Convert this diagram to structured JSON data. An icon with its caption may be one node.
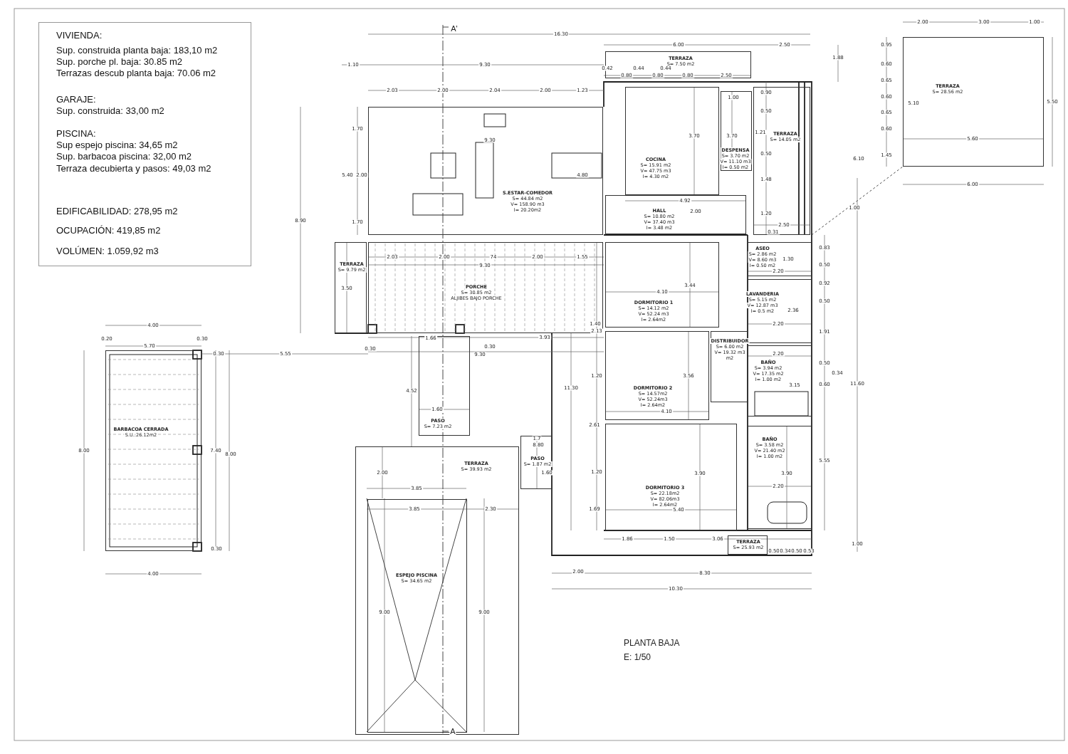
{
  "diagram": {
    "nodes": [
      {
        "text": [
          "VIVIENDA:",
          "Sup. construida planta baja: 183,10 m2",
          "Sup. porche pl. baja: 30.85 m2",
          "Terrazas descub planta baja: 70.06 m2",
          "GARAJE:",
          "Sup. construida: 33,00 m2",
          "PISCINA:",
          "Sup espejo piscina: 34,65 m2",
          "Sup. barbacoa piscina: 32,00 m2",
          "Terraza decubierta y pasos: 49,03 m2",
          "EDIFICABILIDAD: 278,95 m2",
          "OCUPACIÓN: 419,85 m2",
          "VOLÚMEN: 1.059,92 m3"
        ]
      },
      {
        "text": [
          "S.ESTAR-COMEDOR",
          "S= 44.84 m2",
          "V= 158.90 m3",
          "I= 20.20m2"
        ]
      },
      {
        "text": [
          "COCINA",
          "S= 15.91 m2",
          "V= 47.75 m3",
          "I= 4.30 m2"
        ]
      },
      {
        "text": [
          "DESPENSA",
          "S= 3.70 m2",
          "V= 11.10 m3",
          "I= 0.50 m2"
        ]
      },
      {
        "text": [
          "TERRAZA",
          "S= 7.50 m2"
        ]
      },
      {
        "text": [
          "TERRAZA",
          "S= 14.05 m2"
        ]
      },
      {
        "text": [
          "HALL",
          "S= 10.80 m2",
          "V= 37.40 m3",
          "I= 3.48 m2"
        ]
      },
      {
        "text": [
          "TERRAZA",
          "S= 9.79 m2"
        ]
      },
      {
        "text": [
          "PORCHE",
          "S= 30.85 m2",
          "ALJIBES BAJO PORCHE"
        ]
      },
      {
        "text": [
          "DORMITORIO 1",
          "S= 14.12 m2",
          "V= 52.24 m3",
          "I= 2.64m2"
        ]
      },
      {
        "text": [
          "ASEO",
          "S= 2.86 m2",
          "V= 8.60 m3",
          "I= 0.50 m2"
        ]
      },
      {
        "text": [
          "LAVANDERIA",
          "S= 5.15 m2",
          "V= 12.87 m3",
          "I= 0.5 m2"
        ]
      },
      {
        "text": [
          "DISTRIBUIDOR",
          "S= 6.00 m2",
          "V= 19.32 m3",
          "m2"
        ]
      },
      {
        "text": [
          "DORMITORIO 2",
          "S= 14.57m2",
          "V= 52.24m3",
          "I= 2.64m2"
        ]
      },
      {
        "text": [
          "BAÑO",
          "S= 3.94 m2",
          "V= 17.35 m2",
          "I= 1.00 m2"
        ]
      },
      {
        "text": [
          "DORMITORIO 3",
          "S= 22.18m2",
          "V= 82.06m3",
          "I= 2.64m2"
        ]
      },
      {
        "text": [
          "BAÑO",
          "S= 3.58 m2",
          "V= 21.40 m2",
          "I= 1.00 m2"
        ]
      },
      {
        "text": [
          "TERRAZA",
          "S= 25.93 m2"
        ]
      },
      {
        "text": [
          "TERRAZA",
          "S= 28.56 m2"
        ]
      },
      {
        "text": [
          "BARBACOA CERRADA",
          "S.U.:26.12m2"
        ]
      },
      {
        "text": [
          "PASO",
          "S= 7.23 m2"
        ]
      },
      {
        "text": [
          "PASO",
          "S= 1.87 m2"
        ]
      },
      {
        "text": [
          "TERRAZA",
          "S= 39.93 m2"
        ]
      },
      {
        "text": [
          "ESPEJO PISCINA",
          "S= 34.65 m2"
        ],
        "in": 22
      }
    ],
    "labels": [
      "A'",
      "16.30",
      "1.10",
      "9.30",
      "6.00",
      "2.50",
      "1.88",
      "0.42",
      "0.44",
      "0.44",
      "0.80",
      "0.80",
      "0.80",
      "2.50",
      "2.03",
      "2.00",
      "2.04",
      "2.00",
      "1.23",
      "0.90",
      "0.50",
      "1.21",
      "0.50",
      "1.48",
      "1.20",
      "2.50",
      "0.31",
      "1.00",
      "3.70",
      "3.70",
      "4.92",
      "2.00",
      "9.30",
      "4.80",
      "1.70",
      "5.40",
      "2.00",
      "8.90",
      "1.70",
      "3.50",
      "6.10",
      "1.00",
      "2.00",
      "3.00",
      "1.00",
      "0.95",
      "0.60",
      "0.65",
      "0.60",
      "0.65",
      "0.60",
      "1.45",
      "5.10",
      "5.50",
      "5.60",
      "6.00",
      "2.03",
      "2.00",
      "74",
      "2.00",
      "1.55",
      "9.30",
      "1.66",
      "3.93",
      "5.55",
      "0.30",
      "0.30",
      "9.30",
      "3.44",
      "4.10",
      "3.56",
      "4.10",
      "1.40",
      "2.13",
      "1.20",
      "11.30",
      "2.61",
      "1.20",
      "1.69",
      "3.90",
      "5.40",
      "1.86",
      "1.50",
      "3.06",
      "2.00",
      "8.30",
      "10.30",
      "0.83",
      "0.50",
      "0.92",
      "0.50",
      "1.91",
      "0.50",
      "0.34",
      "0.60",
      "5.55",
      "11.60",
      "1.00",
      "0.50",
      "0.34",
      "0.50",
      "0.53",
      "1.30",
      "2.20",
      "2.36",
      "2.20",
      "2.20",
      "3.15",
      "3.90",
      "2.20",
      "4.00",
      "0.20",
      "0.30",
      "5.70",
      "0.30",
      "8.00",
      "7.40",
      "8.00",
      "0.30",
      "4.00",
      "4.52",
      "1.60",
      "1.7",
      "8.80",
      "2.00",
      "1.60",
      "3.85",
      "3.85",
      "2.30",
      "9.00",
      "9.00",
      "A",
      "PLANTA BAJA",
      "E: 1/50"
    ]
  }
}
